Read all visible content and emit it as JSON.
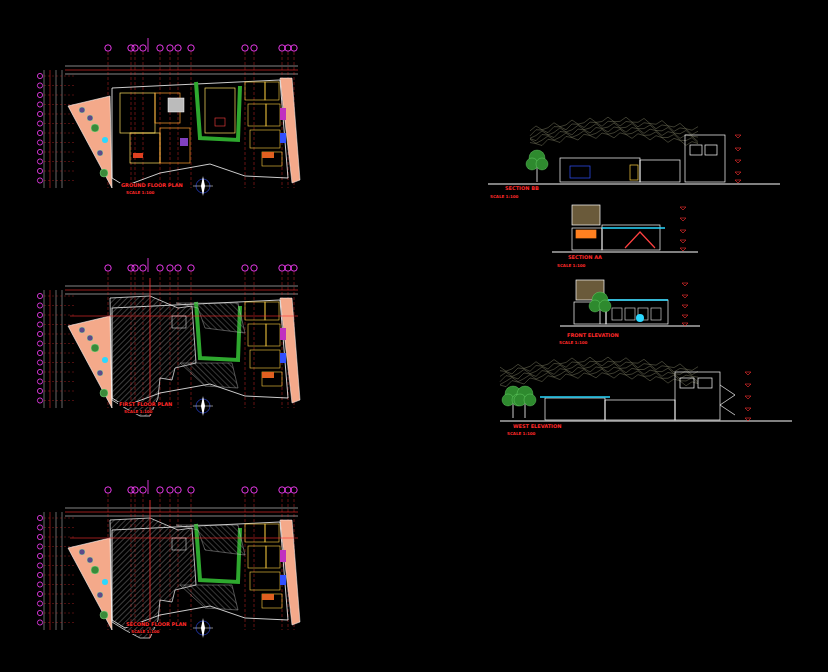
{
  "diagram": {
    "labels": [
      "GROUND FLOOR PLAN",
      "SCALE 1:100",
      "FIRST FLOOR PLAN",
      "SCALE 1:100",
      "SECOND FLOOR PLAN",
      "SCALE 1:100",
      "SECTION BB",
      "SCALE 1:100",
      "SECTION AA",
      "SCALE 1:100",
      "FRONT ELEVATION",
      "SCALE 1:100",
      "WEST ELEVATION",
      "SCALE 1:100"
    ]
  }
}
